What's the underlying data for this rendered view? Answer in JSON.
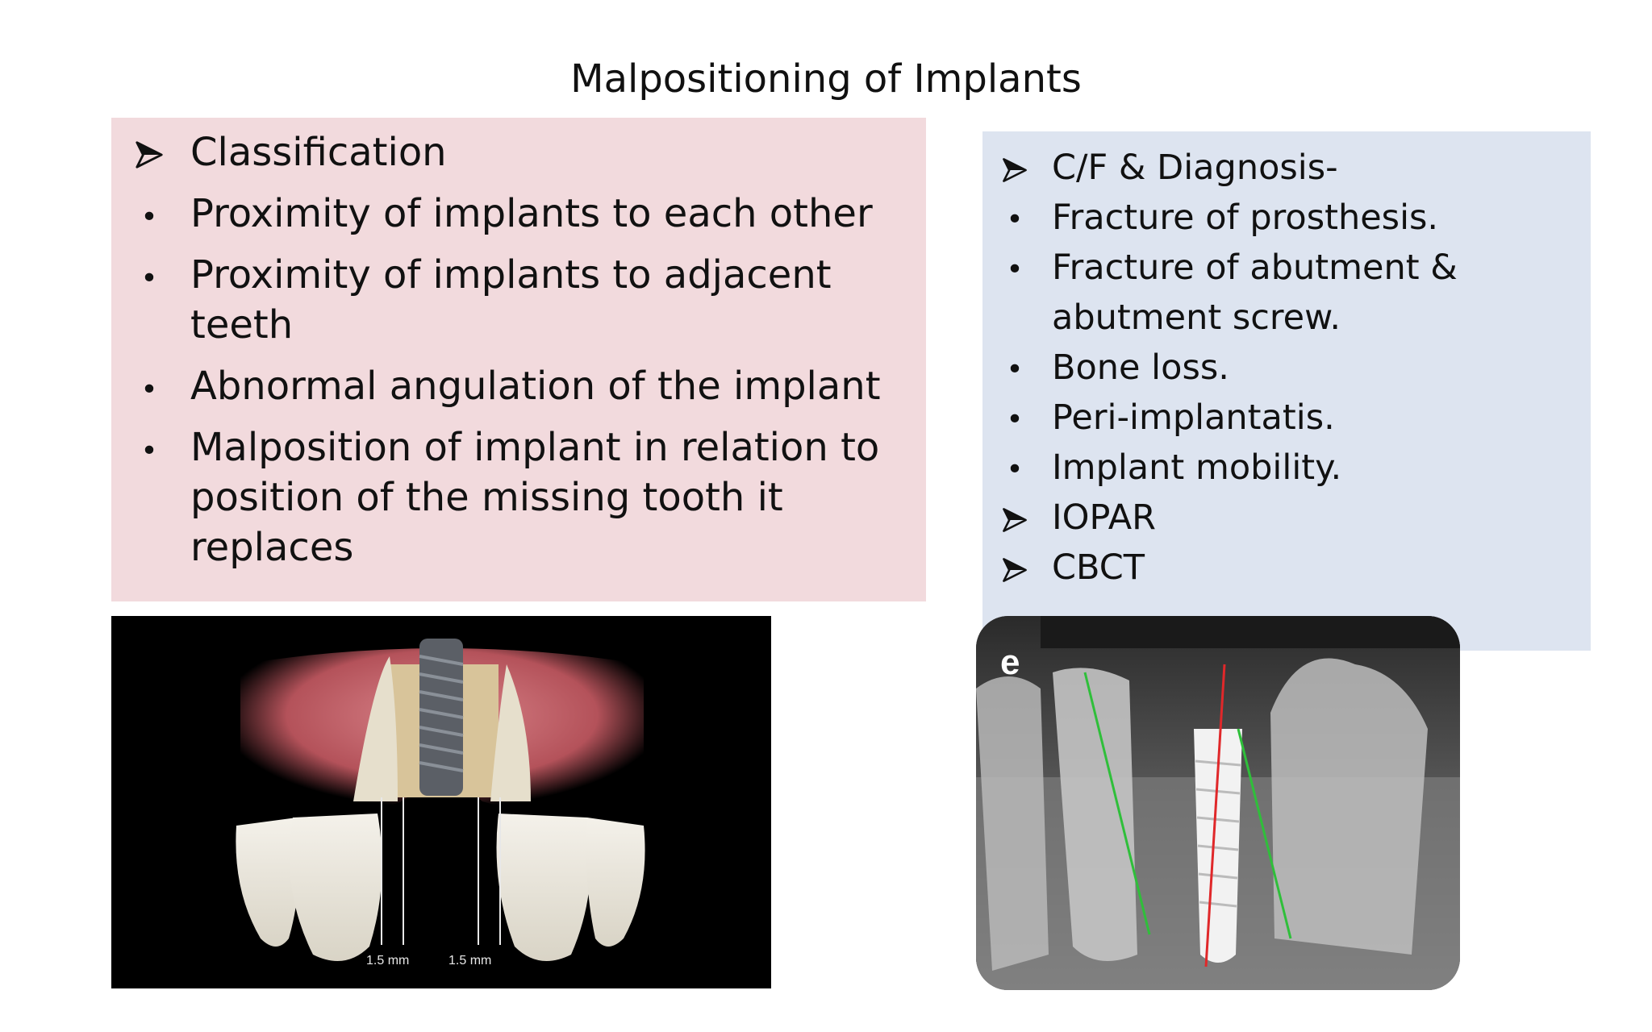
{
  "title": "Malpositioning of Implants",
  "left_panel": {
    "items": [
      {
        "marker": "arrow",
        "text": "Classification"
      },
      {
        "marker": "bullet",
        "text": "Proximity of implants to each other"
      },
      {
        "marker": "bullet",
        "text": "Proximity of implants to adjacent teeth"
      },
      {
        "marker": "bullet",
        "text": "Abnormal angulation of the implant"
      },
      {
        "marker": "bullet",
        "text": "Malposition of implant in relation to position of the missing tooth it replaces"
      }
    ]
  },
  "right_panel": {
    "items": [
      {
        "marker": "arrow",
        "text": "C/F & Diagnosis-"
      },
      {
        "marker": "bullet",
        "text": "Fracture of prosthesis."
      },
      {
        "marker": "bullet",
        "text": "Fracture of abutment & abutment screw."
      },
      {
        "marker": "bullet",
        "text": "Bone loss."
      },
      {
        "marker": "bullet",
        "text": "Peri-implantatis."
      },
      {
        "marker": "bullet",
        "text": "Implant  mobility."
      },
      {
        "marker": "arrow",
        "text": "IOPAR"
      },
      {
        "marker": "arrow",
        "text": "CBCT"
      }
    ]
  },
  "left_figure": {
    "captions": [
      "1.5 mm",
      "1.5 mm"
    ]
  },
  "right_figure": {
    "label": "e"
  },
  "colors": {
    "left_panel_bg": "#f2dadd",
    "right_panel_bg": "#dde4f0",
    "gingiva": "#c9646c",
    "guide_line_green": "#2fbf3a",
    "guide_line_red": "#e0282a"
  }
}
